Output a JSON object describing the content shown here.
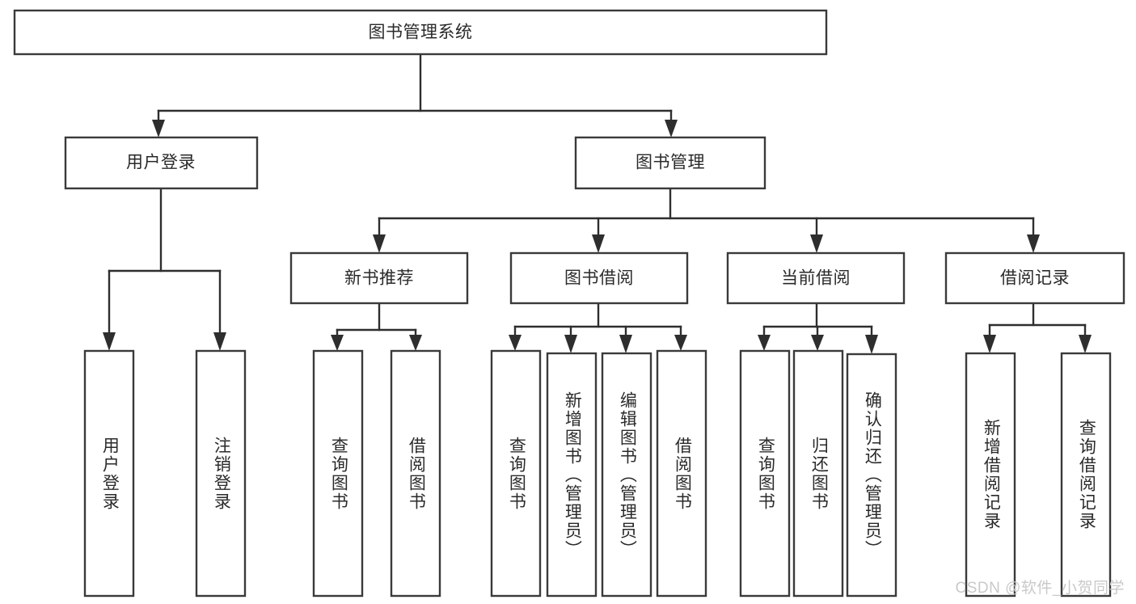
{
  "diagram": {
    "type": "tree-hierarchy",
    "title": "图书管理系统",
    "background_color": "#ffffff",
    "box_stroke_color": "#3a3a3a",
    "edge_color": "#2e2e2e",
    "text_color": "#2a2a2a",
    "root": {
      "label": "图书管理系统"
    },
    "level2": [
      {
        "label": "用户登录"
      },
      {
        "label": "图书管理"
      }
    ],
    "level3": [
      {
        "label": "新书推荐"
      },
      {
        "label": "图书借阅"
      },
      {
        "label": "当前借阅"
      },
      {
        "label": "借阅记录"
      }
    ],
    "leaves": {
      "user_login": [
        {
          "label": "用户登录"
        },
        {
          "label": "注销登录"
        }
      ],
      "new_book_recommend": [
        {
          "label": "查询图书"
        },
        {
          "label": "借阅图书"
        }
      ],
      "book_borrow": [
        {
          "label": "查询图书"
        },
        {
          "label": "新增图书（管理员）"
        },
        {
          "label": "编辑图书（管理员）"
        },
        {
          "label": "借阅图书"
        }
      ],
      "current_borrow": [
        {
          "label": "查询图书"
        },
        {
          "label": "归还图书"
        },
        {
          "label": "确认归还（管理员）"
        }
      ],
      "borrow_record": [
        {
          "label": "新增借阅记录"
        },
        {
          "label": "查询借阅记录"
        }
      ]
    }
  },
  "watermark": {
    "text": "CSDN @软件_小贺同学"
  }
}
